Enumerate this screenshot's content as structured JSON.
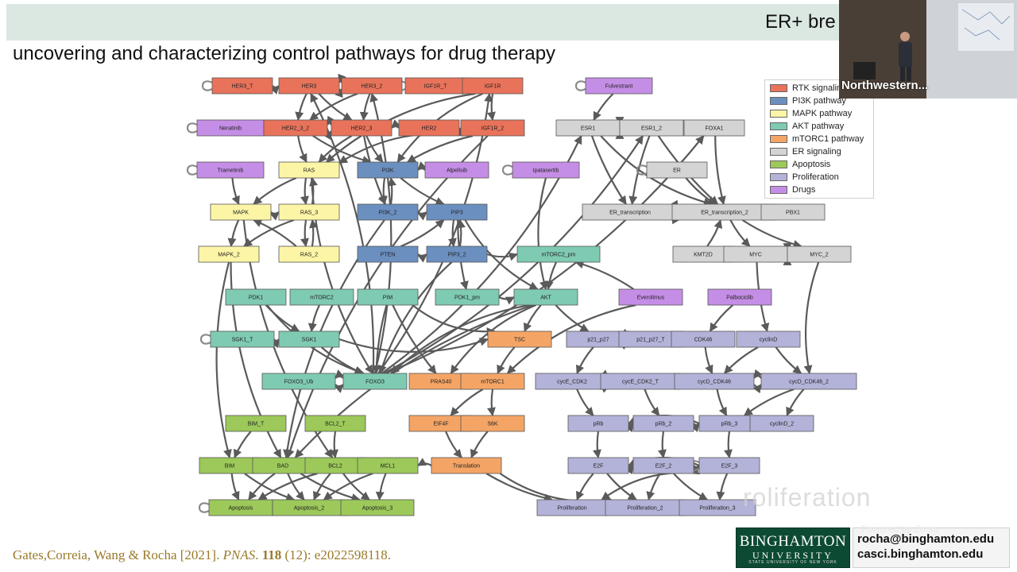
{
  "slide": {
    "title": "ER+ bre",
    "subtitle": "uncovering and characterizing control pathways for drug therapy",
    "citation": {
      "authors": "Gates,Correia, Wang & Rocha [2021]. ",
      "journal": "PNAS",
      "sep1": ". ",
      "volume": "118",
      "rest": " (12): e2022598118."
    },
    "ghost_text": "roliferation"
  },
  "legend": {
    "items": [
      {
        "label": "RTK signaling",
        "color": "#e8735a"
      },
      {
        "label": "PI3K pathway",
        "color": "#6b8fbf"
      },
      {
        "label": "MAPK pathway",
        "color": "#fdf5a6"
      },
      {
        "label": "AKT pathway",
        "color": "#7fcab2"
      },
      {
        "label": "mTORC1 pathway",
        "color": "#f4a566"
      },
      {
        "label": "ER signaling",
        "color": "#d4d4d4"
      },
      {
        "label": "Apoptosis",
        "color": "#9cc95a"
      },
      {
        "label": "Proliferation",
        "color": "#b3b3d9"
      },
      {
        "label": "Drugs",
        "color": "#c58ee6"
      }
    ]
  },
  "network": {
    "nodes": [
      {
        "id": "HER3_T",
        "group": "RTK signaling"
      },
      {
        "id": "HER3",
        "group": "RTK signaling"
      },
      {
        "id": "HER3_2",
        "group": "RTK signaling"
      },
      {
        "id": "IGF1R_T",
        "group": "RTK signaling"
      },
      {
        "id": "IGF1R",
        "group": "RTK signaling"
      },
      {
        "id": "Neratinib",
        "group": "Drugs"
      },
      {
        "id": "HER2_3_2",
        "group": "RTK signaling"
      },
      {
        "id": "HER2_3",
        "group": "RTK signaling"
      },
      {
        "id": "HER2",
        "group": "RTK signaling"
      },
      {
        "id": "IGF1R_2",
        "group": "RTK signaling"
      },
      {
        "id": "Trametinib",
        "group": "Drugs"
      },
      {
        "id": "RAS",
        "group": "MAPK pathway"
      },
      {
        "id": "PI3K",
        "group": "PI3K pathway"
      },
      {
        "id": "Alpelisib",
        "group": "Drugs"
      },
      {
        "id": "MAPK",
        "group": "MAPK pathway"
      },
      {
        "id": "RAS_3",
        "group": "MAPK pathway"
      },
      {
        "id": "PI3K_2",
        "group": "PI3K pathway"
      },
      {
        "id": "PIP3",
        "group": "PI3K pathway"
      },
      {
        "id": "MAPK_2",
        "group": "MAPK pathway"
      },
      {
        "id": "RAS_2",
        "group": "MAPK pathway"
      },
      {
        "id": "PTEN",
        "group": "PI3K pathway"
      },
      {
        "id": "PIP3_2",
        "group": "PI3K pathway"
      },
      {
        "id": "mTORC2_pm",
        "group": "AKT pathway"
      },
      {
        "id": "PDK1",
        "group": "AKT pathway"
      },
      {
        "id": "mTORC2",
        "group": "AKT pathway"
      },
      {
        "id": "PIM",
        "group": "AKT pathway"
      },
      {
        "id": "PDK1_pm",
        "group": "AKT pathway"
      },
      {
        "id": "AKT",
        "group": "AKT pathway"
      },
      {
        "id": "SGK1_T",
        "group": "AKT pathway"
      },
      {
        "id": "SGK1",
        "group": "AKT pathway"
      },
      {
        "id": "TSC",
        "group": "mTORC1 pathway"
      },
      {
        "id": "FOXO3_Ub",
        "group": "AKT pathway"
      },
      {
        "id": "FOXO3",
        "group": "AKT pathway"
      },
      {
        "id": "PRAS40",
        "group": "mTORC1 pathway"
      },
      {
        "id": "mTORC1",
        "group": "mTORC1 pathway"
      },
      {
        "id": "BIM_T",
        "group": "Apoptosis"
      },
      {
        "id": "BCL2_T",
        "group": "Apoptosis"
      },
      {
        "id": "EIF4F",
        "group": "mTORC1 pathway"
      },
      {
        "id": "S6K",
        "group": "mTORC1 pathway"
      },
      {
        "id": "BIM",
        "group": "Apoptosis"
      },
      {
        "id": "BAD",
        "group": "Apoptosis"
      },
      {
        "id": "BCL2",
        "group": "Apoptosis"
      },
      {
        "id": "MCL1",
        "group": "Apoptosis"
      },
      {
        "id": "Translation",
        "group": "mTORC1 pathway"
      },
      {
        "id": "Apoptosis",
        "group": "Apoptosis"
      },
      {
        "id": "Apoptosis_2",
        "group": "Apoptosis"
      },
      {
        "id": "Apoptosis_3",
        "group": "Apoptosis"
      },
      {
        "id": "Fulvestrant",
        "group": "Drugs"
      },
      {
        "id": "ESR1",
        "group": "ER signaling"
      },
      {
        "id": "ESR1_2",
        "group": "ER signaling"
      },
      {
        "id": "FOXA1",
        "group": "ER signaling"
      },
      {
        "id": "Ipatasertib",
        "group": "Drugs"
      },
      {
        "id": "ER",
        "group": "ER signaling"
      },
      {
        "id": "ER_transcription",
        "group": "ER signaling"
      },
      {
        "id": "ER_transcription_2",
        "group": "ER signaling"
      },
      {
        "id": "PBX1",
        "group": "ER signaling"
      },
      {
        "id": "KMT2D",
        "group": "ER signaling"
      },
      {
        "id": "MYC",
        "group": "ER signaling"
      },
      {
        "id": "MYC_2",
        "group": "ER signaling"
      },
      {
        "id": "Everolimus",
        "group": "Drugs"
      },
      {
        "id": "Palbociclib",
        "group": "Drugs"
      },
      {
        "id": "p21_p27",
        "group": "Proliferation"
      },
      {
        "id": "p21_p27_T",
        "group": "Proliferation"
      },
      {
        "id": "CDK46",
        "group": "Proliferation"
      },
      {
        "id": "cyclinD",
        "group": "Proliferation"
      },
      {
        "id": "cycE_CDK2",
        "group": "Proliferation"
      },
      {
        "id": "cycE_CDK2_T",
        "group": "Proliferation"
      },
      {
        "id": "cycD_CDK46",
        "group": "Proliferation"
      },
      {
        "id": "cycD_CDK46_2",
        "group": "Proliferation"
      },
      {
        "id": "pRb",
        "group": "Proliferation"
      },
      {
        "id": "pRb_2",
        "group": "Proliferation"
      },
      {
        "id": "pRb_3",
        "group": "Proliferation"
      },
      {
        "id": "cyclinD_2",
        "group": "Proliferation"
      },
      {
        "id": "E2F",
        "group": "Proliferation"
      },
      {
        "id": "E2F_2",
        "group": "Proliferation"
      },
      {
        "id": "E2F_3",
        "group": "Proliferation"
      },
      {
        "id": "Proliferation",
        "group": "Proliferation"
      },
      {
        "id": "Proliferation_2",
        "group": "Proliferation"
      },
      {
        "id": "Proliferation_3",
        "group": "Proliferation"
      }
    ],
    "self_loops": [
      "HER3_T",
      "IGF1R_T",
      "Neratinib",
      "Trametinib",
      "Fulvestrant",
      "Ipatasertib",
      "ER",
      "PBX1",
      "SGK1_T",
      "Apoptosis",
      "Apoptosis_2",
      "Apoptosis_3",
      "E2F_3"
    ],
    "edges": [
      [
        "HER3_T",
        "HER3"
      ],
      [
        "HER3",
        "HER3_2"
      ],
      [
        "HER3_2",
        "HER3"
      ],
      [
        "IGF1R_T",
        "IGF1R"
      ],
      [
        "IGF1R",
        "IGF1R_2"
      ],
      [
        "HER3",
        "HER2_3_2"
      ],
      [
        "HER3",
        "HER2_3"
      ],
      [
        "HER3_2",
        "HER2_3"
      ],
      [
        "HER3_2",
        "HER2_3_2"
      ],
      [
        "Neratinib",
        "HER2_3_2"
      ],
      [
        "HER2_3_2",
        "HER2_3"
      ],
      [
        "HER2_3",
        "HER2_3_2"
      ],
      [
        "HER2",
        "HER2_3"
      ],
      [
        "HER2",
        "IGF1R_2"
      ],
      [
        "IGF1R",
        "PI3K"
      ],
      [
        "IGF1R",
        "RAS"
      ],
      [
        "IGF1R_2",
        "PI3K"
      ],
      [
        "IGF1R_2",
        "RAS"
      ],
      [
        "HER2_3_2",
        "RAS"
      ],
      [
        "HER2_3_2",
        "PI3K"
      ],
      [
        "HER2_3",
        "RAS"
      ],
      [
        "HER2_3",
        "PI3K"
      ],
      [
        "HER2_3",
        "PI3K_2"
      ],
      [
        "Trametinib",
        "MAPK"
      ],
      [
        "RAS",
        "MAPK"
      ],
      [
        "RAS",
        "RAS_3"
      ],
      [
        "RAS_3",
        "RAS"
      ],
      [
        "Alpelisib",
        "PI3K"
      ],
      [
        "PI3K",
        "PI3K_2"
      ],
      [
        "PI3K_2",
        "PI3K"
      ],
      [
        "PI3K",
        "PIP3"
      ],
      [
        "PI3K_2",
        "PIP3"
      ],
      [
        "MAPK",
        "MAPK_2"
      ],
      [
        "MAPK",
        "RAS_3"
      ],
      [
        "RAS_3",
        "MAPK_2"
      ],
      [
        "RAS_2",
        "MAPK"
      ],
      [
        "RAS_3",
        "RAS_2"
      ],
      [
        "RAS_2",
        "RAS_3"
      ],
      [
        "PTEN",
        "PIP3"
      ],
      [
        "PTEN",
        "PIP3_2"
      ],
      [
        "PIP3",
        "PIP3_2"
      ],
      [
        "PIP3_2",
        "PIP3"
      ],
      [
        "PIP3",
        "AKT"
      ],
      [
        "PIP3",
        "PDK1_pm"
      ],
      [
        "PIP3_2",
        "mTORC2_pm"
      ],
      [
        "mTORC2_pm",
        "AKT"
      ],
      [
        "PDK1_pm",
        "AKT"
      ],
      [
        "PDK1",
        "SGK1"
      ],
      [
        "mTORC2",
        "SGK1"
      ],
      [
        "SGK1_T",
        "SGK1"
      ],
      [
        "PIM",
        "FOXO3"
      ],
      [
        "PIM",
        "PRAS40"
      ],
      [
        "PIM",
        "TSC"
      ],
      [
        "AKT",
        "TSC"
      ],
      [
        "AKT",
        "FOXO3"
      ],
      [
        "AKT",
        "PRAS40"
      ],
      [
        "AKT",
        "p21_p27"
      ],
      [
        "SGK1",
        "FOXO3"
      ],
      [
        "SGK1",
        "TSC"
      ],
      [
        "FOXO3_Ub",
        "FOXO3"
      ],
      [
        "FOXO3",
        "FOXO3_Ub"
      ],
      [
        "TSC",
        "mTORC1"
      ],
      [
        "PRAS40",
        "mTORC1"
      ],
      [
        "mTORC1",
        "EIF4F"
      ],
      [
        "mTORC1",
        "S6K"
      ],
      [
        "EIF4F",
        "Translation"
      ],
      [
        "S6K",
        "Translation"
      ],
      [
        "Translation",
        "MCL1"
      ],
      [
        "MAPK_2",
        "BIM"
      ],
      [
        "MAPK_2",
        "BAD"
      ],
      [
        "BIM_T",
        "BIM"
      ],
      [
        "BCL2_T",
        "BCL2"
      ],
      [
        "MAPK",
        "BCL2"
      ],
      [
        "BIM",
        "Apoptosis"
      ],
      [
        "BIM",
        "Apoptosis_2"
      ],
      [
        "BAD",
        "Apoptosis"
      ],
      [
        "BAD",
        "Apoptosis_2"
      ],
      [
        "BAD",
        "Apoptosis_3"
      ],
      [
        "BCL2",
        "Apoptosis"
      ],
      [
        "BCL2",
        "Apoptosis_2"
      ],
      [
        "BCL2",
        "Apoptosis_3"
      ],
      [
        "MCL1",
        "Apoptosis_2"
      ],
      [
        "MCL1",
        "Apoptosis_3"
      ],
      [
        "Fulvestrant",
        "ESR1"
      ],
      [
        "ESR1",
        "ESR1_2"
      ],
      [
        "ESR1_2",
        "ESR1"
      ],
      [
        "ESR1",
        "ER_transcription"
      ],
      [
        "ESR1",
        "ER_transcription_2"
      ],
      [
        "ESR1_2",
        "ER_transcription"
      ],
      [
        "ESR1_2",
        "ER_transcription_2"
      ],
      [
        "FOXA1",
        "ER_transcription_2"
      ],
      [
        "ER",
        "ER_transcription_2"
      ],
      [
        "ER_transcription",
        "ER_transcription_2"
      ],
      [
        "ER_transcription_2",
        "ER_transcription"
      ],
      [
        "PBX1",
        "ER_transcription_2"
      ],
      [
        "ER_transcription_2",
        "MYC"
      ],
      [
        "ER_transcription_2",
        "MYC_2"
      ],
      [
        "KMT2D",
        "ER_transcription_2"
      ],
      [
        "MYC",
        "MYC_2"
      ],
      [
        "MYC_2",
        "MYC"
      ],
      [
        "Ipatasertib",
        "AKT"
      ],
      [
        "Everolimus",
        "mTORC1"
      ],
      [
        "Everolimus",
        "mTORC2_pm"
      ],
      [
        "Palbociclib",
        "CDK46"
      ],
      [
        "p21_p27",
        "p21_p27_T"
      ],
      [
        "p21_p27_T",
        "p21_p27"
      ],
      [
        "p21_p27",
        "cycE_CDK2"
      ],
      [
        "CDK46",
        "cycD_CDK46"
      ],
      [
        "cyclinD",
        "cycD_CDK46"
      ],
      [
        "cyclinD",
        "cycD_CDK46_2"
      ],
      [
        "cycE_CDK2",
        "cycE_CDK2_T"
      ],
      [
        "cycE_CDK2_T",
        "cycE_CDK2"
      ],
      [
        "cycD_CDK46",
        "cycD_CDK46_2"
      ],
      [
        "cycD_CDK46_2",
        "cycD_CDK46"
      ],
      [
        "MYC",
        "cyclinD"
      ],
      [
        "MYC_2",
        "cycD_CDK46_2"
      ],
      [
        "cycE_CDK2",
        "pRb"
      ],
      [
        "cycE_CDK2_T",
        "pRb_2"
      ],
      [
        "cycD_CDK46",
        "pRb_3"
      ],
      [
        "cycD_CDK46_2",
        "pRb_3"
      ],
      [
        "cycD_CDK46_2",
        "cyclinD_2"
      ],
      [
        "pRb",
        "pRb_2"
      ],
      [
        "pRb_2",
        "pRb_3"
      ],
      [
        "pRb_3",
        "pRb"
      ],
      [
        "pRb",
        "E2F"
      ],
      [
        "pRb_2",
        "E2F_2"
      ],
      [
        "pRb_3",
        "E2F_3"
      ],
      [
        "E2F",
        "E2F_2"
      ],
      [
        "E2F_2",
        "E2F_3"
      ],
      [
        "E2F_3",
        "E2F"
      ],
      [
        "E2F",
        "Proliferation"
      ],
      [
        "E2F",
        "Proliferation_2"
      ],
      [
        "E2F_2",
        "Proliferation_2"
      ],
      [
        "E2F_2",
        "Proliferation_3"
      ],
      [
        "E2F_3",
        "Proliferation_3"
      ],
      [
        "E2F_3",
        "Proliferation"
      ],
      [
        "Translation",
        "Proliferation"
      ],
      [
        "Translation",
        "Proliferation_2"
      ],
      [
        "FOXO3",
        "ESR1"
      ],
      [
        "FOXO3",
        "ESR1_2"
      ],
      [
        "FOXO3",
        "FOXA1"
      ],
      [
        "FOXO3",
        "HER3"
      ],
      [
        "FOXO3",
        "HER3_2"
      ],
      [
        "FOXO3",
        "IGF1R"
      ],
      [
        "PDK1",
        "FOXO3"
      ],
      [
        "AKT",
        "BAD"
      ],
      [
        "PI3K_2",
        "BAD"
      ],
      [
        "RAS",
        "FOXO3"
      ],
      [
        "IGF1R_2",
        "BAD"
      ],
      [
        "PIP3_2",
        "FOXO3"
      ]
    ]
  },
  "video": {
    "caption": "Northwestern..."
  },
  "branding": {
    "logo_main": "BINGHAMTON",
    "logo_sub": "UNIVERSITY",
    "logo_tiny": "STATE UNIVERSITY OF NEW YORK",
    "powered_by": "Powered by Zoom"
  },
  "contact": {
    "email": "rocha@binghamton.edu",
    "website": "casci.binghamton.edu"
  }
}
